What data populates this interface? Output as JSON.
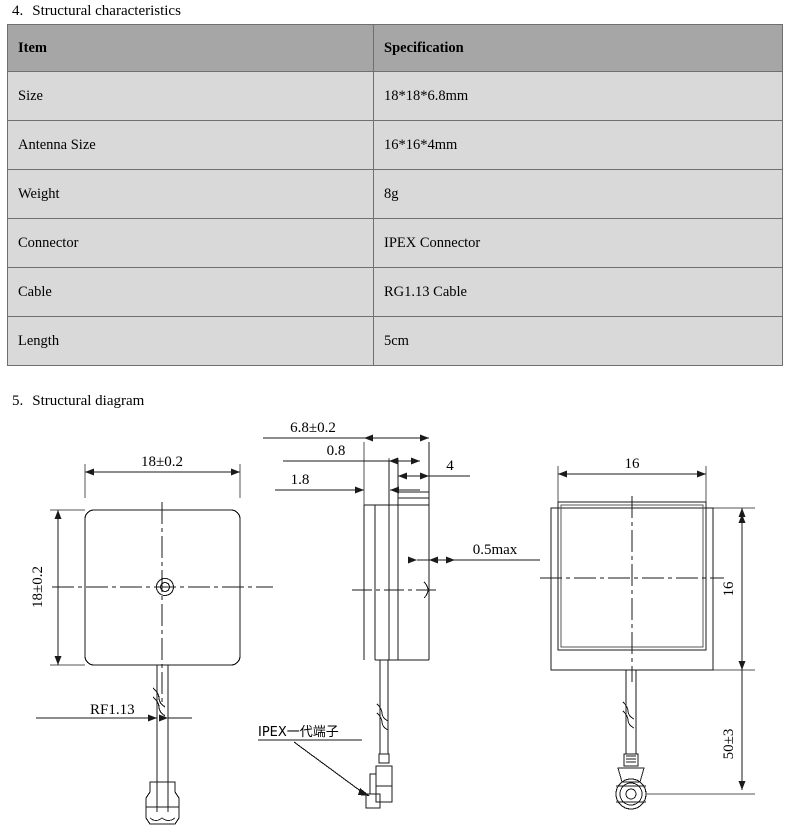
{
  "sections": {
    "characteristics": {
      "number": "4.",
      "title": "Structural characteristics"
    },
    "diagram": {
      "number": "5.",
      "title": "Structural diagram"
    }
  },
  "spec_table": {
    "columns": [
      "Item",
      "Specification"
    ],
    "rows": [
      {
        "item": "Size",
        "spec": "18*18*6.8mm"
      },
      {
        "item": "Antenna Size",
        "spec": "16*16*4mm"
      },
      {
        "item": "Weight",
        "spec": "8g"
      },
      {
        "item": "Connector",
        "spec": "IPEX Connector"
      },
      {
        "item": "Cable",
        "spec": "RG1.13 Cable"
      },
      {
        "item": "Length",
        "spec": "5cm"
      }
    ]
  },
  "drawing": {
    "views": {
      "top_view": {
        "name": "top-view",
        "dimensions": {
          "width": "18±0.2",
          "height": "18±0.2",
          "cable": "RF1.13"
        }
      },
      "side_view": {
        "name": "side-view",
        "dimensions": {
          "total_thickness": "6.8±0.2",
          "d1": "0.8",
          "d2": "1.8",
          "d3": "4",
          "d4": "0.5max"
        },
        "connector_label": "IPEX一代端子"
      },
      "bottom_view": {
        "name": "bottom-view",
        "dimensions": {
          "width": "16",
          "height": "16",
          "cable_length": "50±3"
        }
      }
    }
  },
  "colors": {
    "header_fill": "#a6a6a6",
    "row_fill": "#d9d9d9",
    "border": "#6f6f6f",
    "line": "#1a1a1a"
  }
}
